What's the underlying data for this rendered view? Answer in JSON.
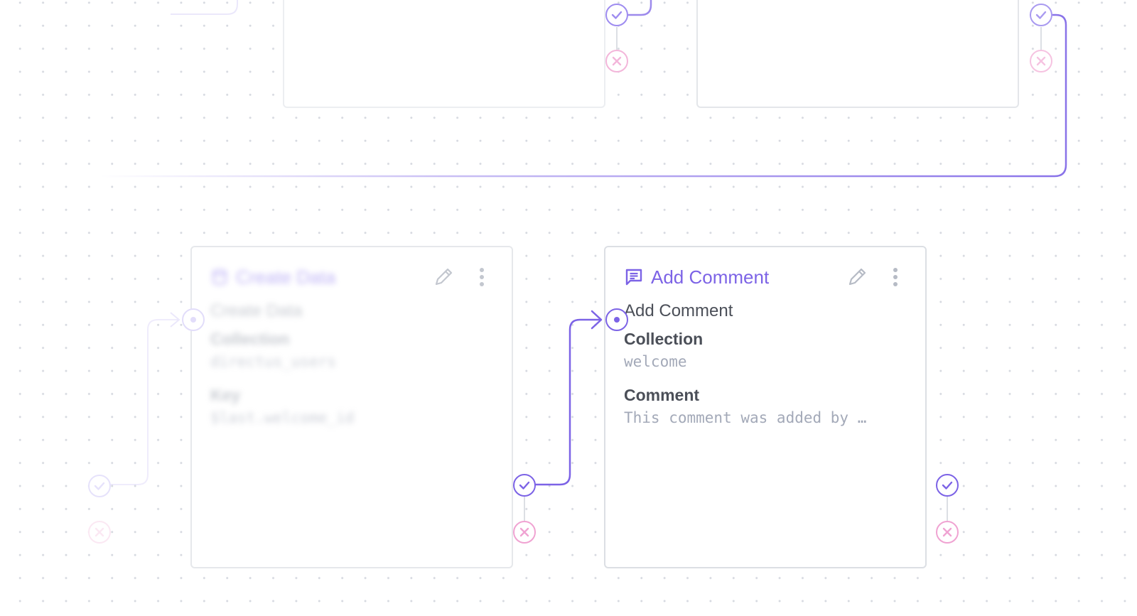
{
  "canvas": {
    "accent_color": "#7c63e6",
    "success_color": "#7c63e6",
    "error_color": "#f0a3d2",
    "border_color": "#dcdfe4"
  },
  "nodes": {
    "previous": {
      "title": "Create Data",
      "operation": "Create Data",
      "collection_label": "Collection",
      "collection_value": "directus_users",
      "key_label": "Key",
      "key_value": "$last.welcome_id"
    },
    "add_comment": {
      "icon": "comment-icon",
      "title": "Add Comment",
      "operation": "Add Comment",
      "collection_label": "Collection",
      "collection_value": "welcome",
      "comment_label": "Comment",
      "comment_value": "This comment was added by …",
      "edit_icon": "pencil-icon",
      "menu_icon": "more-vertical-icon"
    }
  }
}
